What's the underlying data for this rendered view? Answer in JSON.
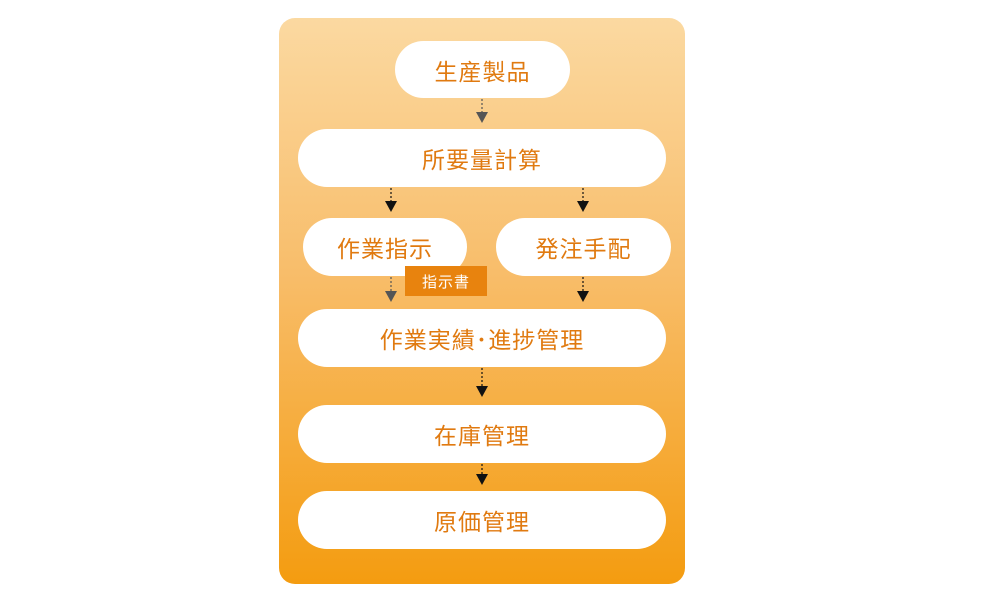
{
  "diagram": {
    "nodes": {
      "product": "生産製品",
      "requirements": "所要量計算",
      "work_order": "作業指示",
      "ordering": "発注手配",
      "progress": "作業実績･進捗管理",
      "inventory": "在庫管理",
      "cost": "原価管理"
    },
    "tag": "指示書",
    "colors": {
      "panel_top": "#fbd9a1",
      "panel_bottom": "#f49c10",
      "node_text": "#e07a10",
      "tag_bg": "#e8830e",
      "arrow_dark": "#111111",
      "arrow_gray": "#555555"
    }
  }
}
